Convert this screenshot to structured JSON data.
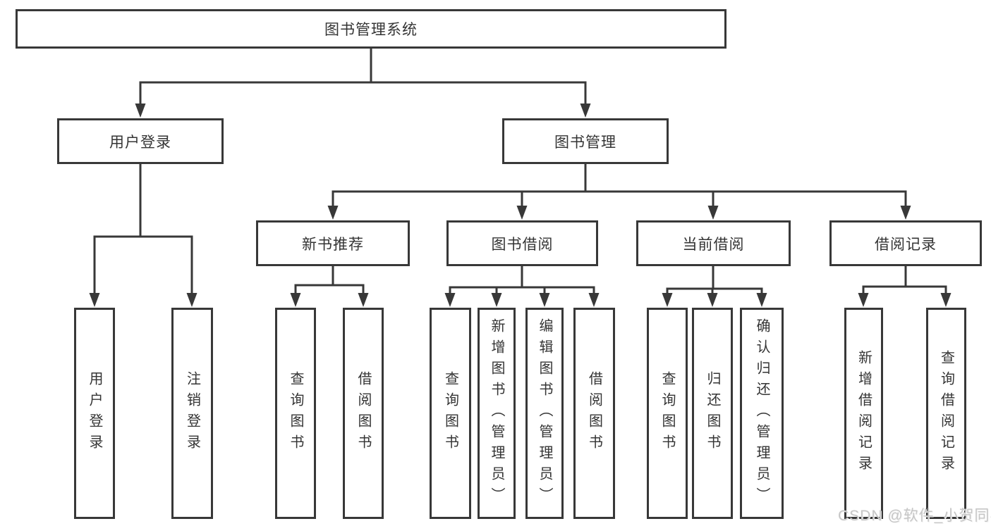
{
  "tree": {
    "root": {
      "label": "图书管理系统",
      "children": [
        {
          "label": "用户登录",
          "children": [
            {
              "label": "用户登录"
            },
            {
              "label": "注销登录"
            }
          ]
        },
        {
          "label": "图书管理",
          "children": [
            {
              "label": "新书推荐",
              "children": [
                {
                  "label": "查询图书"
                },
                {
                  "label": "借阅图书"
                }
              ]
            },
            {
              "label": "图书借阅",
              "children": [
                {
                  "label": "查询图书"
                },
                {
                  "label": "新增图书（管理员）"
                },
                {
                  "label": "编辑图书（管理员）"
                },
                {
                  "label": "借阅图书"
                }
              ]
            },
            {
              "label": "当前借阅",
              "children": [
                {
                  "label": "查询图书"
                },
                {
                  "label": "归还图书"
                },
                {
                  "label": "确认归还（管理员）"
                }
              ]
            },
            {
              "label": "借阅记录",
              "children": [
                {
                  "label": "新增借阅记录"
                },
                {
                  "label": "查询借阅记录"
                }
              ]
            }
          ]
        }
      ]
    }
  },
  "watermark": {
    "text": "CSDN @软件_小贺同学"
  },
  "colors": {
    "line": "#383838",
    "box_border": "#383838",
    "text": "#343434",
    "watermark": "#c6c6c6",
    "background": "#ffffff"
  }
}
